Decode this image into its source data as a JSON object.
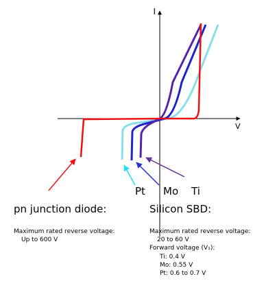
{
  "axes": {
    "y_label": "I",
    "x_label": "V"
  },
  "curve_labels": {
    "pt": "Pt",
    "mo": "Mo",
    "ti": "Ti"
  },
  "colors": {
    "pn_junction": "#ee1111",
    "pt": "#88ddee",
    "mo": "#2222cc",
    "ti": "#5522aa",
    "ti_arrow": "#663399",
    "mo_arrow": "#2233cc",
    "pt_arrow": "#22ddee"
  },
  "pn": {
    "heading": "pn junction diode:",
    "reverse_voltage_label": "Maximum rated reverse voltage:",
    "reverse_voltage_value": "Up to 600 V"
  },
  "sbd": {
    "heading": "Silicon SBD:",
    "reverse_voltage_label": "Maximum rated reverse voltage:",
    "reverse_voltage_value": "20 to 60 V",
    "forward_voltage_label": "Forward voltage (V₁):",
    "forward_voltage": {
      "ti": "Ti: 0.4 V",
      "mo": "Mo: 0.55 V",
      "pt": "Pt: 0.6 to 0.7 V"
    }
  }
}
